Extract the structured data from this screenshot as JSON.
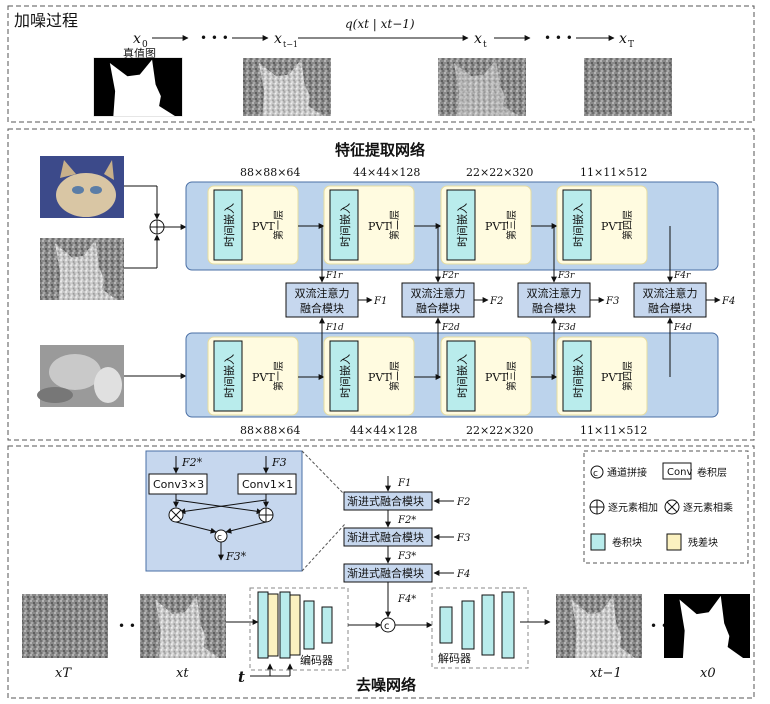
{
  "section1": {
    "title": "加噪过程",
    "states": [
      "x",
      "x",
      "x",
      "x"
    ],
    "state_subs": [
      "0",
      "t−1",
      "t",
      "T"
    ],
    "transition": "q(xt | xt−1)",
    "gt_label": "真值图",
    "dots": "• • •"
  },
  "section2": {
    "title": "特征提取网络",
    "time_embed": "时间嵌入",
    "pvt": "PVT",
    "layers": [
      "第一层",
      "第二层",
      "第三层",
      "第四层"
    ],
    "dims": [
      "88×88×64",
      "44×44×128",
      "22×22×320",
      "11×11×512"
    ],
    "fusion_line1": "双流注意力",
    "fusion_line2": "融合模块",
    "f_out": [
      "F1",
      "F2",
      "F3",
      "F4"
    ],
    "f_r": [
      "F1r",
      "F2r",
      "F3r",
      "F4r"
    ],
    "f_d": [
      "F1d",
      "F2d",
      "F3d",
      "F4d"
    ]
  },
  "section3": {
    "title": "去噪网络",
    "conv3": "Conv3×3",
    "conv1": "Conv1×1",
    "f2star": "F2*",
    "f3": "F3",
    "f3star": "F3*",
    "progressive": "渐进式融合模块",
    "f_inputs": [
      "F1",
      "F2",
      "F3",
      "F4"
    ],
    "f_stars": [
      "F2*",
      "F3*",
      "F4*"
    ],
    "encoder": "编码器",
    "decoder": "解码器",
    "t_label": "t",
    "xs": [
      "xT",
      "xt",
      "xt−1",
      "x0"
    ],
    "legend": {
      "concat": "通道拼接",
      "conv": "卷积层",
      "conv_box": "Conv",
      "add": "逐元素相加",
      "mul": "逐元素相乘",
      "convblock": "卷积块",
      "resblock": "残差块"
    }
  }
}
